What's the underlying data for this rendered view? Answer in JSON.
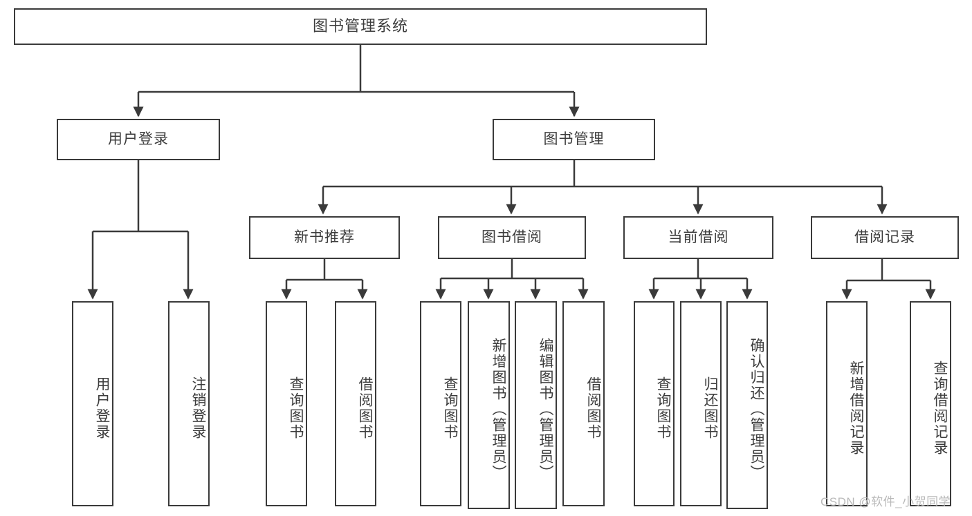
{
  "diagram": {
    "title": "图书管理系统",
    "type": "tree-hierarchy-diagram",
    "colors": {
      "box_border": "#3a3a3a",
      "box_fill": "#ffffff",
      "text": "#3c3c3c",
      "connector": "#3a3a3a",
      "watermark": "#b9b9b9",
      "background": "#ffffff"
    }
  },
  "root": {
    "label": "图书管理系统"
  },
  "level2": [
    {
      "label": "用户登录"
    },
    {
      "label": "图书管理"
    }
  ],
  "level3": [
    {
      "label": "新书推荐"
    },
    {
      "label": "图书借阅"
    },
    {
      "label": "当前借阅"
    },
    {
      "label": "借阅记录"
    }
  ],
  "leaves": {
    "user_login": [
      {
        "label": "用户登录"
      },
      {
        "label": "注销登录"
      }
    ],
    "new_book_recommend": [
      {
        "label": "查询图书"
      },
      {
        "label": "借阅图书"
      }
    ],
    "book_borrow": [
      {
        "label": "查询图书"
      },
      {
        "label": "新增图书（管理员）"
      },
      {
        "label": "编辑图书（管理员）"
      },
      {
        "label": "借阅图书"
      }
    ],
    "current_borrow": [
      {
        "label": "查询图书"
      },
      {
        "label": "归还图书"
      },
      {
        "label": "确认归还（管理员）"
      }
    ],
    "borrow_record": [
      {
        "label": "新增借阅记录"
      },
      {
        "label": "查询借阅记录"
      }
    ]
  },
  "watermark": {
    "text": "CSDN @软件_小贺同学"
  }
}
